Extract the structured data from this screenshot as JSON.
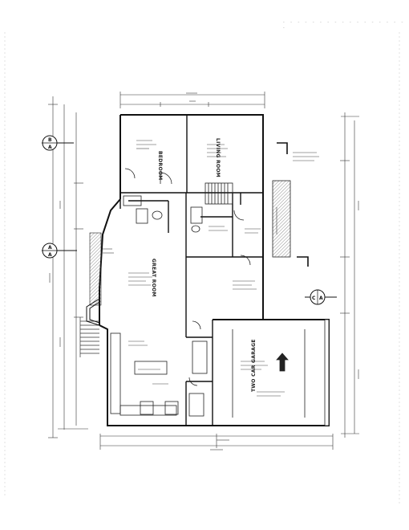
{
  "sheet": {
    "orientation": "rotated-90",
    "line_color": "#1a1a1a",
    "paper_color": "#ffffff"
  },
  "rooms": {
    "bedroom": "BEDROOM",
    "living_room": "LIVING ROOM",
    "great_room": "GREAT ROOM",
    "garage": "TWO CAR GARAGE"
  },
  "section_markers": [
    {
      "id": "B",
      "sheet": "A"
    },
    {
      "id": "A",
      "sheet": "A"
    },
    {
      "id": "C",
      "sheet": "A"
    }
  ]
}
